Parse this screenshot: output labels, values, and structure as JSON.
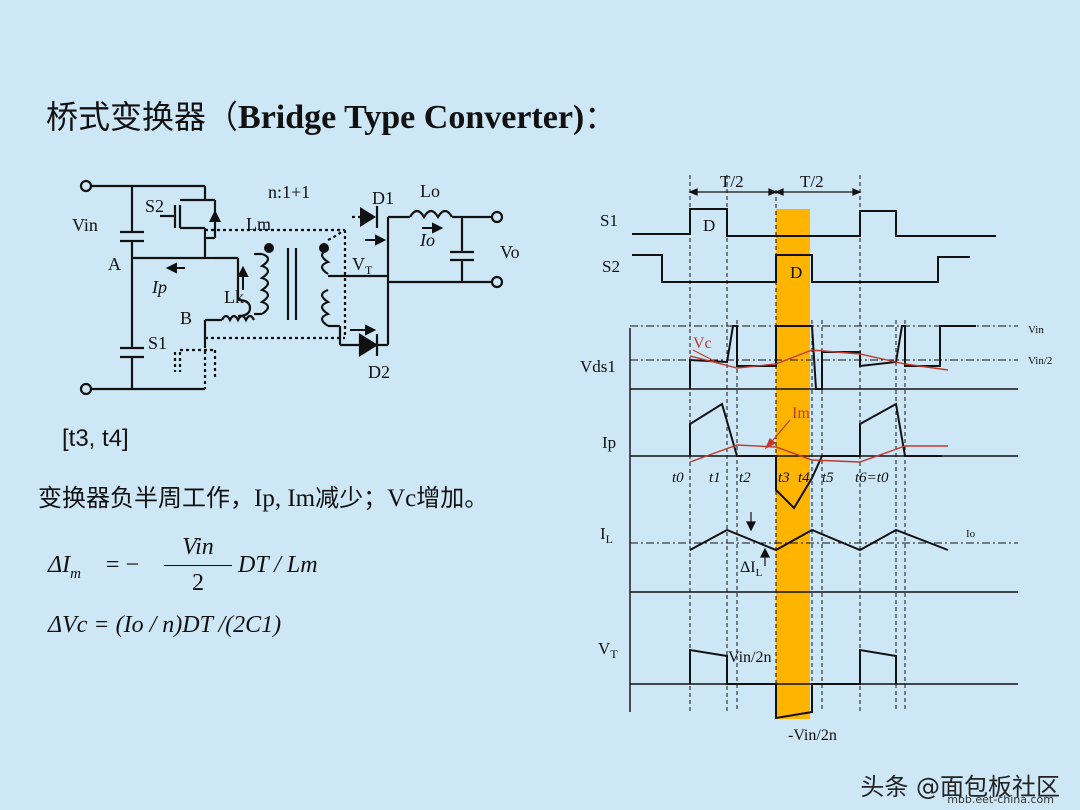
{
  "title": {
    "cn": "桥式变换器（",
    "en": "Bridge Type Converter)",
    "suffix": "："
  },
  "interval": "[t3, t4]",
  "description": {
    "cn1": "变换器负半周工作，",
    "en1": "Ip, Im",
    "cn2": "减少；",
    "en2": "Vc",
    "cn3": "增加。"
  },
  "equations": {
    "dIm": {
      "lhs": "ΔI",
      "sub": "m",
      "eq": "= −",
      "num": "Vin",
      "den": "2",
      "rhs": "DT / Lm"
    },
    "dVc": "ΔVc = (Io / n)DT /(2C1)"
  },
  "circuit": {
    "vin": "Vin",
    "s2": "S2",
    "s1": "S1",
    "a": "A",
    "b": "B",
    "ip": "Ip",
    "lm": "Lm",
    "lk": "Lk",
    "ratio": "n:1+1",
    "d1": "D1",
    "d2": "D2",
    "lo": "Lo",
    "io": "Io",
    "vo": "Vo",
    "vt": "V",
    "vt_sub": "T"
  },
  "waveform": {
    "half_period": "T/2",
    "rows": {
      "s1": "S1",
      "s2": "S2",
      "vds1": "Vds1",
      "ip": "Ip",
      "il": "I",
      "il_sub": "L",
      "vt": "V",
      "vt_sub": "T"
    },
    "duty": "D",
    "vin": "Vin",
    "vin_half": "Vin/2",
    "vc": "Vc",
    "im": "Im",
    "times": [
      "t0",
      "t1",
      "t2",
      "t3",
      "t4",
      "t5",
      "t6=t0"
    ],
    "io": "Io",
    "delta_il": "ΔI",
    "delta_il_sub": "L",
    "vt_pos": "Vin/2n",
    "vt_neg": "-Vin/2n"
  },
  "watermark": {
    "text": "头条 @面包板社区",
    "url": "mbb.eet-china.com"
  },
  "colors": {
    "background": "#cde7f6",
    "highlight": "#ffb400",
    "annotation": "#c0392b"
  }
}
